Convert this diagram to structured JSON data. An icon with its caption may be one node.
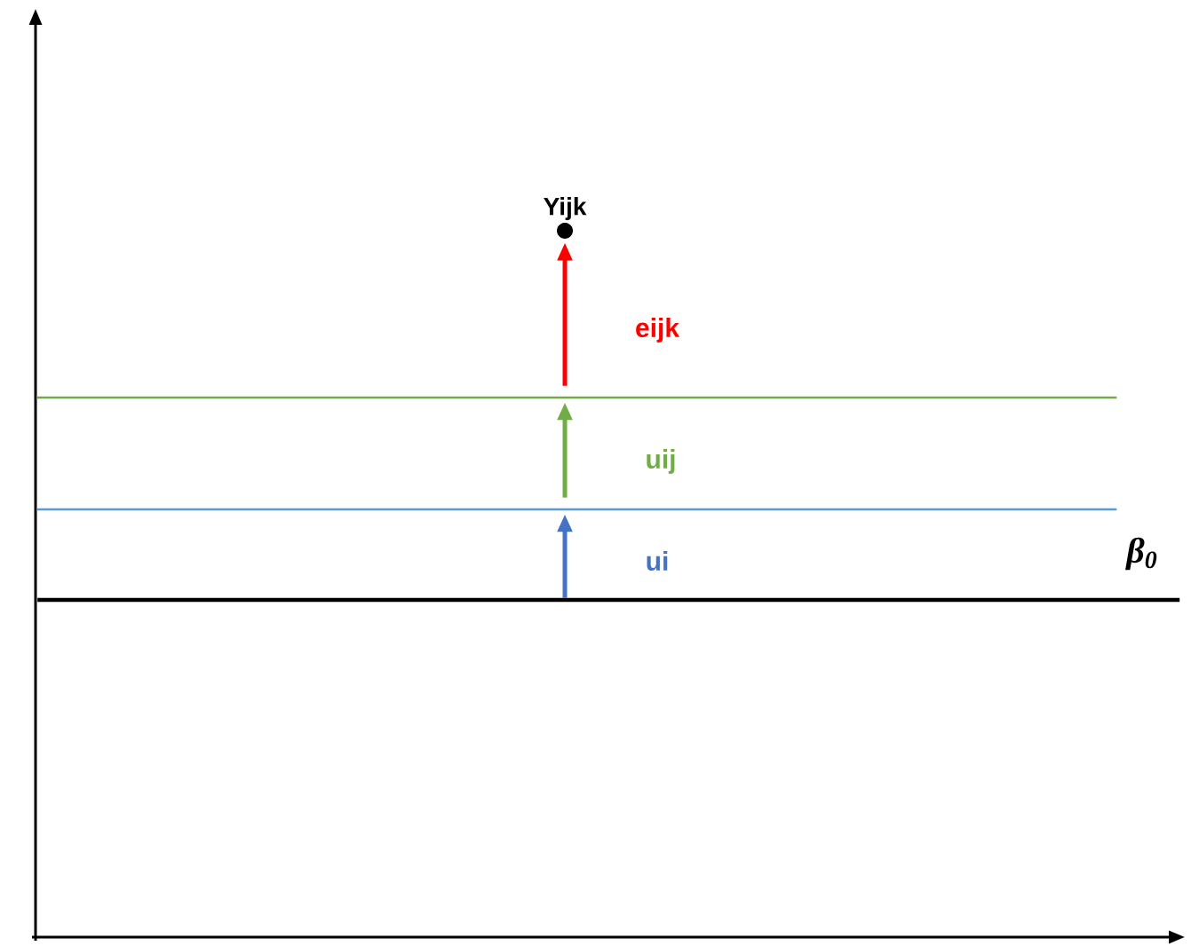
{
  "diagram": {
    "nodes": [
      {
        "text": [],
        "shape": "bar"
      },
      {
        "text": [],
        "shape": "bar"
      },
      {
        "text": [],
        "shape": "bar",
        "beside": [
          "β$_{0}$"
        ]
      },
      {
        "text": [
          "Yijk"
        ]
      }
    ],
    "edges": [
      {
        "from": 2,
        "to": 1,
        "arrow": "to",
        "label": "ui",
        "color": "#4472c4"
      },
      {
        "from": 1,
        "to": 0,
        "arrow": "to",
        "label": "uij",
        "color": "#70ad47"
      },
      {
        "from": 0,
        "to": 3,
        "arrow": "to",
        "label": "eijk",
        "color": "#ff0000"
      }
    ]
  }
}
